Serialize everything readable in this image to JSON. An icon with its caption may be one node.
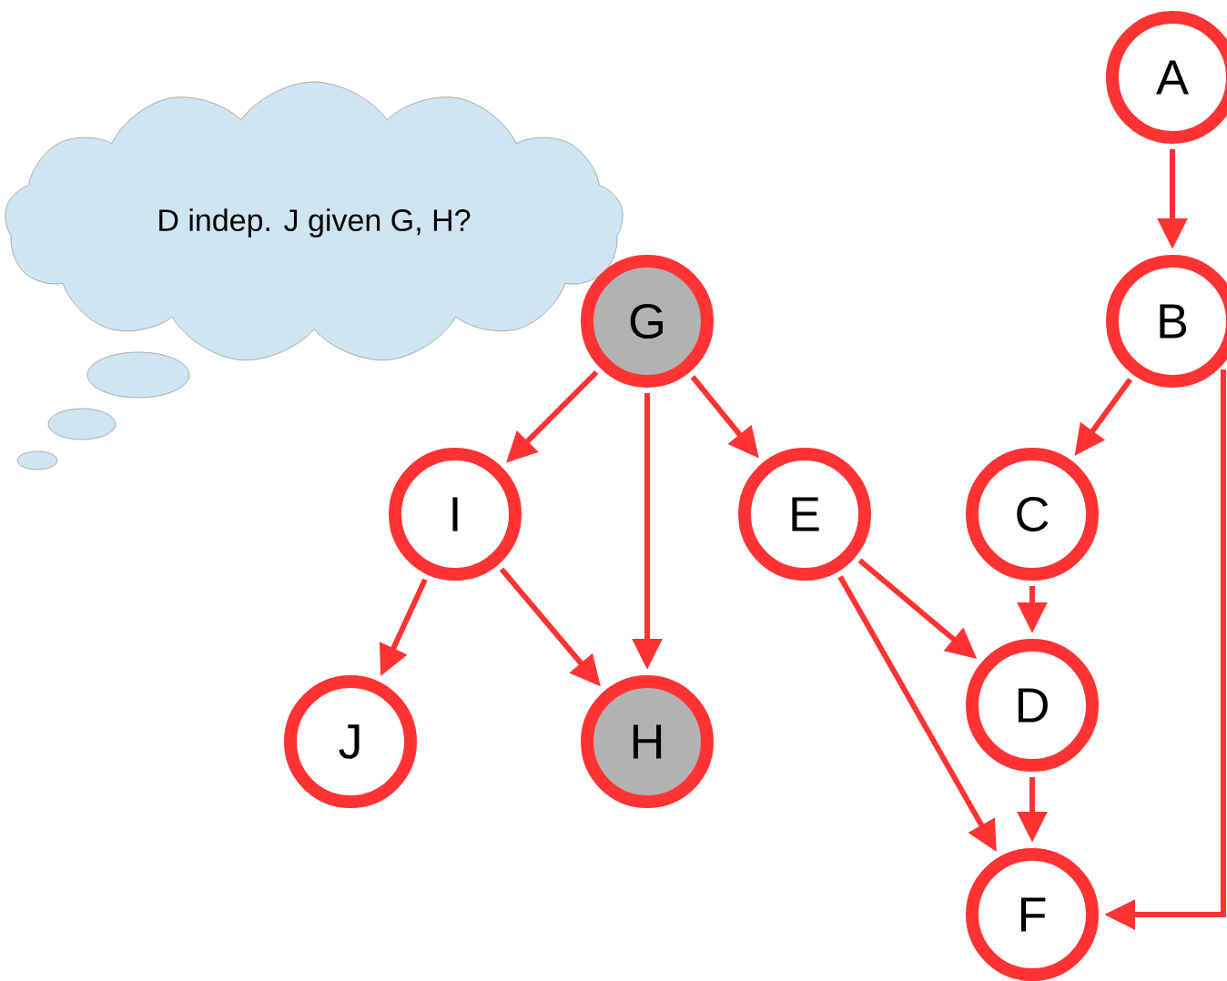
{
  "diagram": {
    "nodes": [
      {
        "text": [
          "D indep. J given G, H?"
        ]
      },
      {
        "text": [
          "A"
        ]
      },
      {
        "text": [
          "G"
        ]
      },
      {
        "text": [
          "B"
        ]
      },
      {
        "text": [
          "I"
        ]
      },
      {
        "text": [
          "E"
        ]
      },
      {
        "text": [
          "C"
        ]
      },
      {
        "text": [
          "J"
        ]
      },
      {
        "text": [
          "H"
        ]
      },
      {
        "text": [
          "D"
        ]
      },
      {
        "text": [
          "F"
        ]
      }
    ],
    "edges": [
      {
        "from": 1,
        "to": 3,
        "arrow": "to"
      },
      {
        "from": 2,
        "to": 4,
        "arrow": "to"
      },
      {
        "from": 2,
        "to": 8,
        "arrow": "to"
      },
      {
        "from": 2,
        "to": 5,
        "arrow": "to"
      },
      {
        "from": 3,
        "to": 6,
        "arrow": "to"
      },
      {
        "from": 3,
        "to": 10,
        "arrow": "to"
      },
      {
        "from": 4,
        "to": 7,
        "arrow": "to"
      },
      {
        "from": 4,
        "to": 8,
        "arrow": "to"
      },
      {
        "from": 5,
        "to": 9,
        "arrow": "to"
      },
      {
        "from": 5,
        "to": 10,
        "arrow": "to"
      },
      {
        "from": 6,
        "to": 9,
        "arrow": "to"
      },
      {
        "from": 9,
        "to": 10,
        "arrow": "to"
      }
    ]
  }
}
